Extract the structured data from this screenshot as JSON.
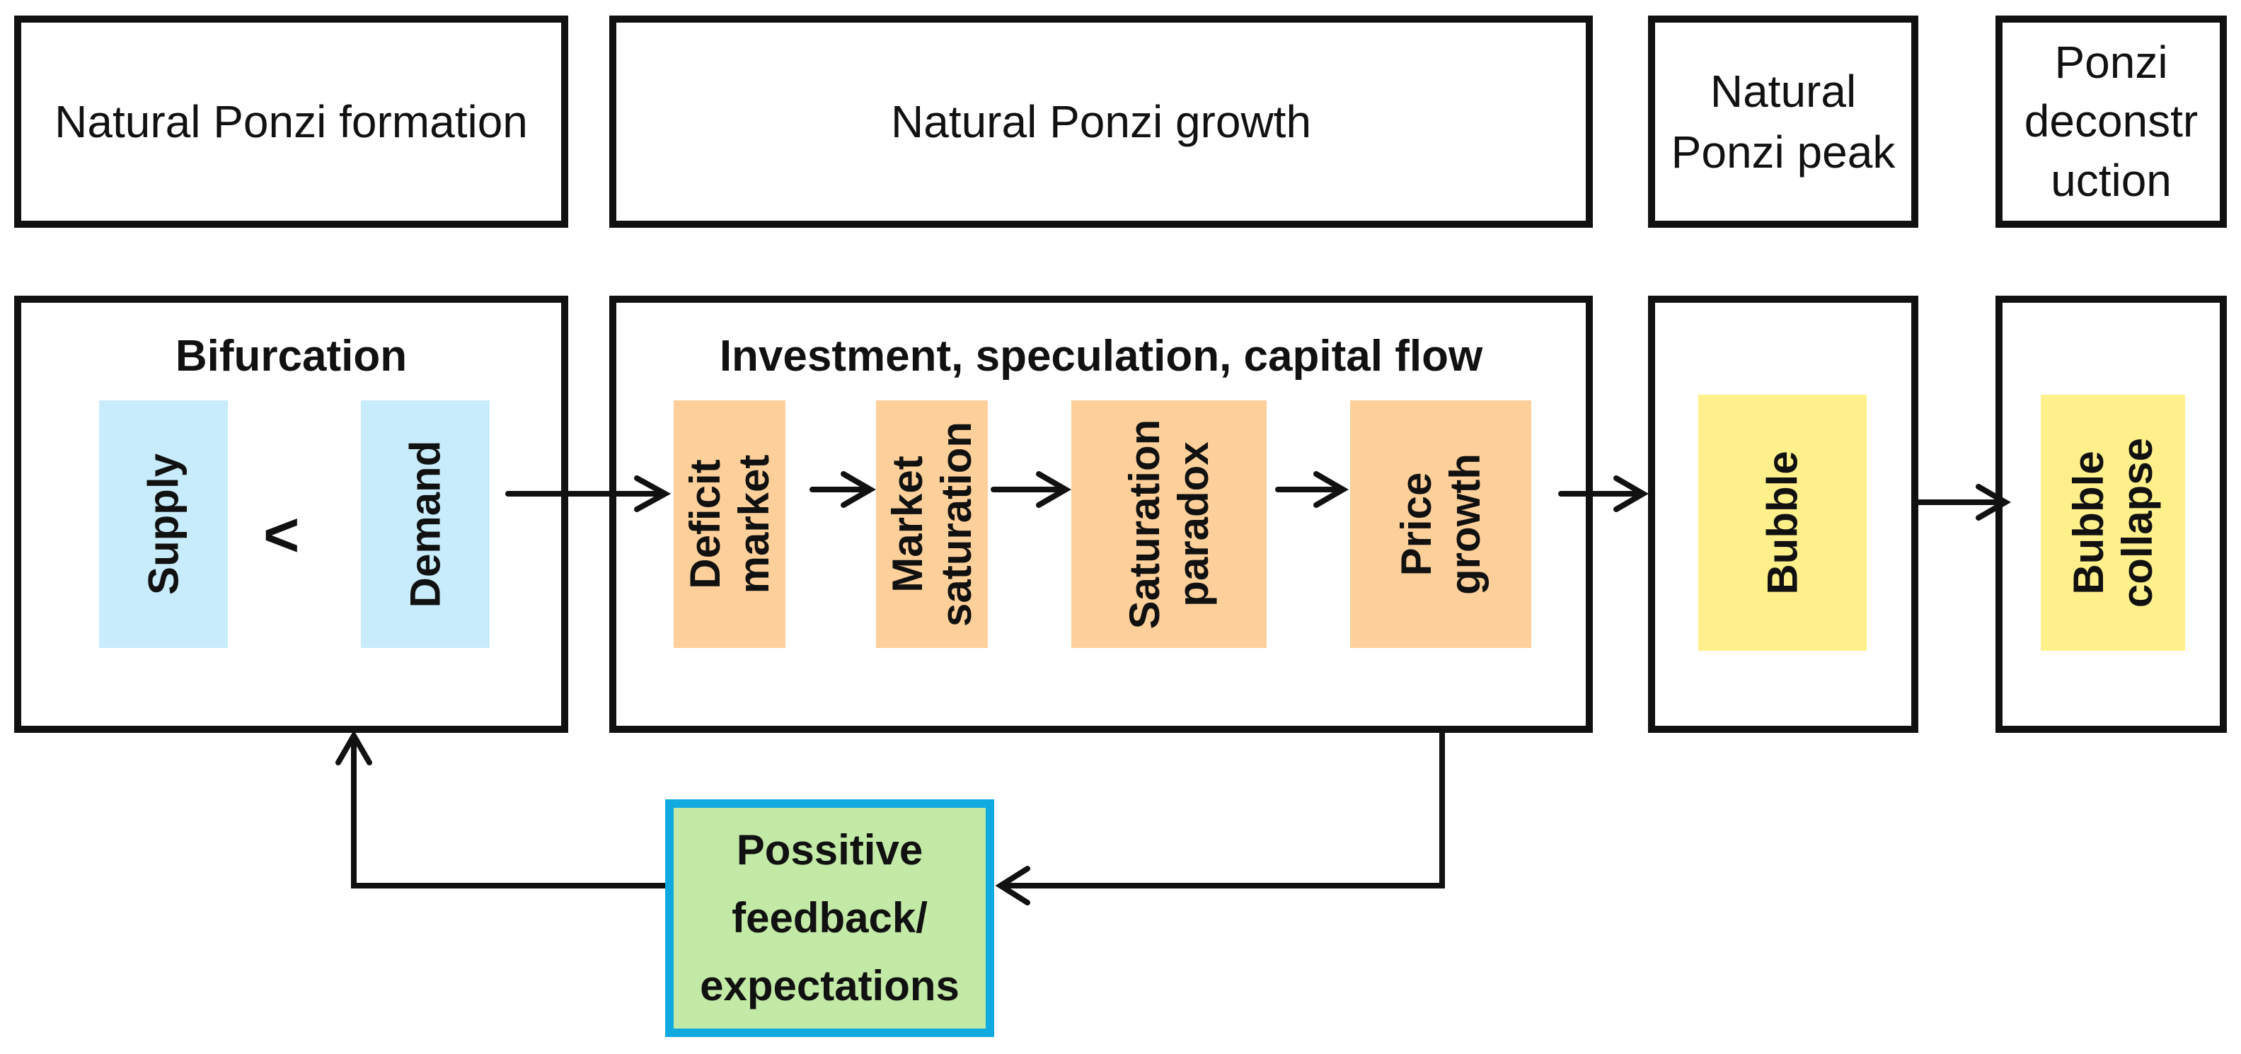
{
  "stages": [
    {
      "label": "Natural Ponzi formation"
    },
    {
      "label": "Natural Ponzi growth"
    },
    {
      "label": "Natural Ponzi peak",
      "lines": [
        "Natural",
        "Ponzi peak"
      ]
    },
    {
      "label": "Ponzi deconstruction",
      "lines": [
        "Ponzi",
        "deconstr",
        "uction"
      ]
    }
  ],
  "sections": [
    {
      "title": "Bifurcation"
    },
    {
      "title": "Investment, speculation, capital flow"
    }
  ],
  "nodes": {
    "supply": [
      "Supply"
    ],
    "comparison": "<",
    "demand": [
      "Demand"
    ],
    "deficit_market": [
      "Deficit",
      "market"
    ],
    "market_saturation": [
      "Market",
      "saturation"
    ],
    "saturation_paradox": [
      "Saturation",
      "paradox"
    ],
    "price_growth": [
      "Price",
      "growth"
    ],
    "bubble": [
      "Bubble"
    ],
    "bubble_collapse": [
      "Bubble",
      "collapse"
    ]
  },
  "feedback": {
    "lines": [
      "Possitive",
      "feedback/",
      "expectations"
    ]
  },
  "colors": {
    "supply_demand_fill": "#c8ecfb",
    "process_fill": "#fdd09b",
    "bubble_fill": "#fff08c",
    "feedback_fill": "#c2e9a6",
    "feedback_border": "#10aae0",
    "line": "#111111"
  }
}
